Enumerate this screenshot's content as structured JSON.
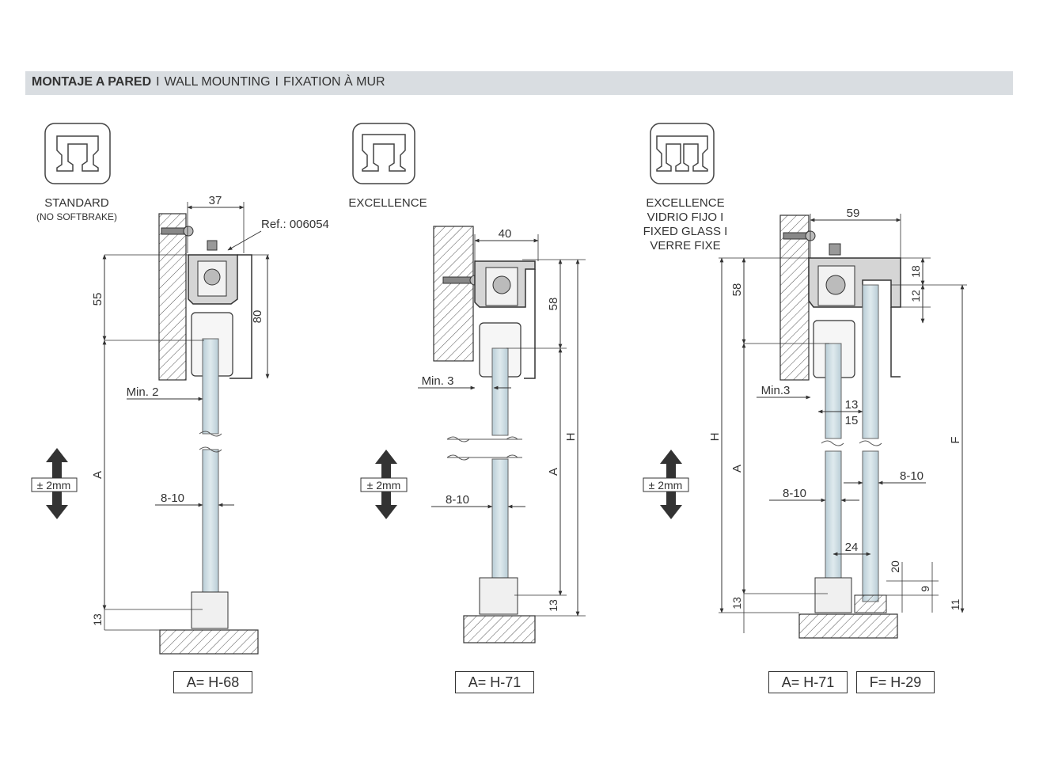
{
  "header": {
    "part1": "MONTAJE A PARED",
    "separator": "I",
    "part2": "WALL MOUNTING",
    "part3": "FIXATION À MUR"
  },
  "adjust_label": "± 2mm",
  "variants": [
    {
      "title": "STANDARD",
      "subtitle": "(NO SOFTBRAKE)",
      "ref": "Ref.: 006054",
      "formula": "A= H-68",
      "dims": {
        "width": "37",
        "top": "55",
        "height": "80",
        "gap": "Min. 2",
        "glass": "8-10",
        "a": "A",
        "bottom": "13"
      }
    },
    {
      "title": "EXCELLENCE",
      "formula": "A= H-71",
      "dims": {
        "width": "40",
        "top": "58",
        "h": "H",
        "a": "A",
        "gap": "Min. 3",
        "glass": "8-10",
        "bottom": "13"
      }
    },
    {
      "title_lines": [
        "EXCELLENCE",
        "VIDRIO FIJO I",
        "FIXED GLASS I",
        "VERRE FIXE"
      ],
      "formula_a": "A= H-71",
      "formula_f": "F= H-29",
      "dims": {
        "width": "59",
        "top": "58",
        "d18": "18",
        "d12": "12",
        "h": "H",
        "a": "A",
        "f": "F",
        "gap": "Min.3",
        "d13": "13",
        "d15": "15",
        "glass_left": "8-10",
        "glass_right": "8-10",
        "d24": "24",
        "d20": "20",
        "d9": "9",
        "d11": "11",
        "bottom": "13"
      }
    }
  ]
}
